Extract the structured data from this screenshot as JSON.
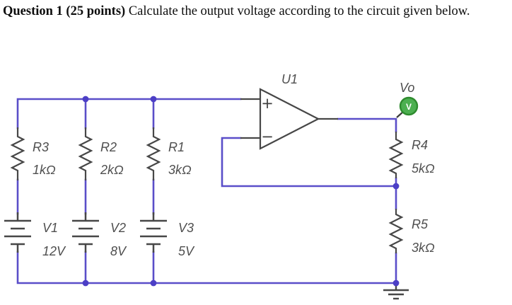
{
  "title": {
    "bold": "Question 1 (25 points)",
    "rest": " Calculate the output voltage according to the circuit given below."
  },
  "circuit": {
    "opamp": {
      "ref": "U1",
      "plus": "+",
      "minus": "−"
    },
    "probe": {
      "label": "Vo",
      "glyph": "V"
    },
    "resistors": [
      {
        "ref": "R3",
        "value": "1kΩ"
      },
      {
        "ref": "R2",
        "value": "2kΩ"
      },
      {
        "ref": "R1",
        "value": "3kΩ"
      },
      {
        "ref": "R4",
        "value": "5kΩ"
      },
      {
        "ref": "R5",
        "value": "3kΩ"
      }
    ],
    "sources": [
      {
        "ref": "V1",
        "value": "12V"
      },
      {
        "ref": "V2",
        "value": "8V"
      },
      {
        "ref": "V3",
        "value": "5V"
      }
    ],
    "colors": {
      "wire": "#5a4ec9",
      "junction": "#4c3fc6",
      "component": "#474747",
      "label": "#4f4f4f",
      "probe_fill": "#4caf50",
      "probe_border": "#2e8b2e",
      "background": "#ffffff"
    }
  }
}
